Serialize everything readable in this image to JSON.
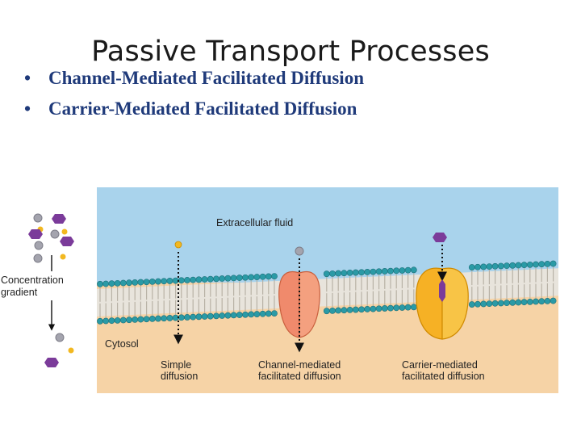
{
  "title": "Passive Transport Processes",
  "bullets": [
    "Channel-Mediated Facilitated Diffusion",
    "Carrier-Mediated Facilitated Diffusion"
  ],
  "bullet_symbol": "•",
  "diagram": {
    "extracellular_label": "Extracellular fluid",
    "cytosol_label": "Cytosol",
    "gradient_label_1": "Concentration",
    "gradient_label_2": "gradient",
    "simple_1": "Simple",
    "simple_2": "diffusion",
    "channel_1": "Channel-mediated",
    "channel_2": "facilitated diffusion",
    "carrier_1": "Carrier-mediated",
    "carrier_2": "facilitated diffusion"
  },
  "colors": {
    "extracellular": "#a9d3ec",
    "cytosol": "#f6d3a6",
    "lipid_head": "#2a9aa6",
    "channel_protein": "#f08a6c",
    "carrier_protein": "#f6b125",
    "small_molecule": "#f2b820",
    "gray_molecule": "#a4a4ae",
    "hexagon_molecule": "#7b3b9a",
    "title_text": "#1a1a1a",
    "bullet_text": "#1f3a7a"
  }
}
